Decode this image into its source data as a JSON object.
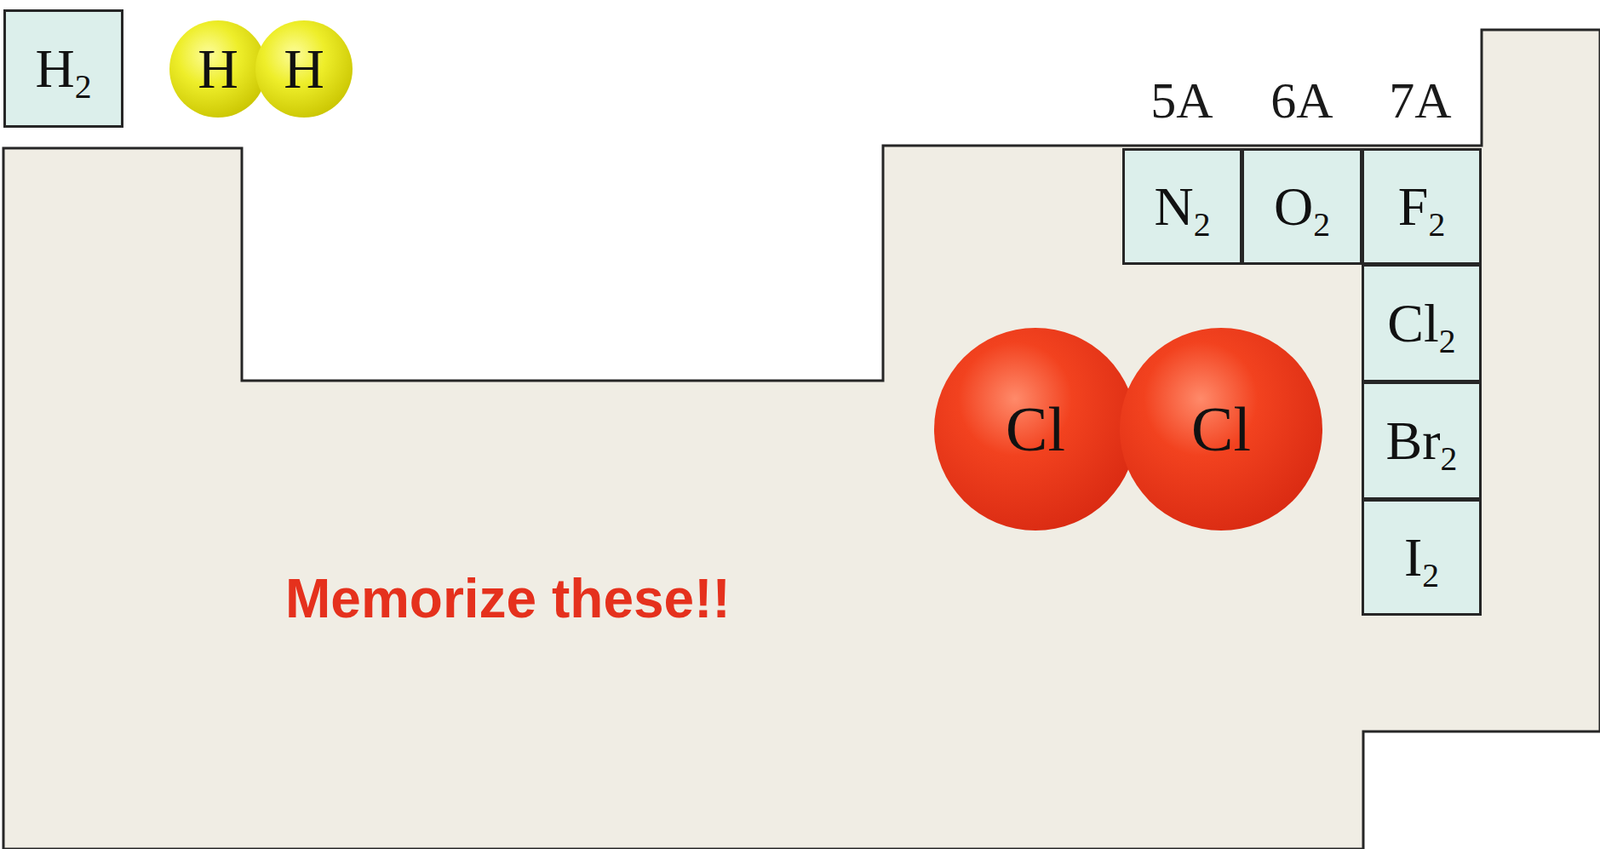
{
  "diagram": {
    "nodes": [
      {
        "text": [
          "H2"
        ]
      },
      {
        "text": [
          "H"
        ]
      },
      {
        "text": [
          "H"
        ]
      },
      {
        "text": [
          "N2"
        ]
      },
      {
        "text": [
          "O2"
        ]
      },
      {
        "text": [
          "F2"
        ]
      },
      {
        "text": [
          "Cl2"
        ]
      },
      {
        "text": [
          "Cl"
        ]
      },
      {
        "text": [
          "Cl"
        ]
      },
      {
        "text": [
          "Br2"
        ]
      },
      {
        "text": [
          "I2"
        ]
      }
    ],
    "labels": [
      "5A",
      "6A",
      "7A",
      "Memorize these!!"
    ]
  }
}
